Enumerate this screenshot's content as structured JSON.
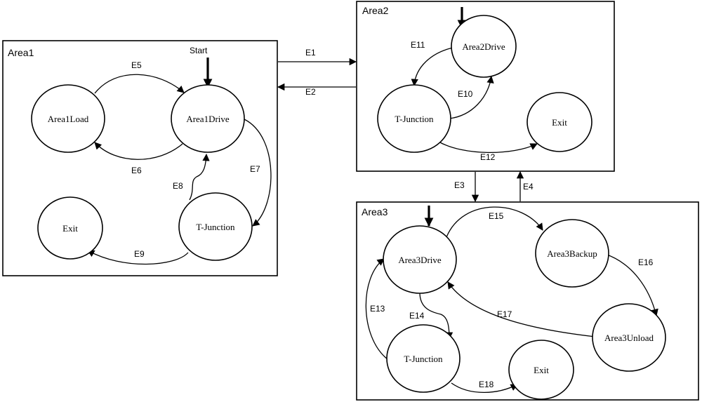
{
  "areas": {
    "area1": {
      "title": "Area1",
      "start_label": "Start"
    },
    "area2": {
      "title": "Area2"
    },
    "area3": {
      "title": "Area3"
    }
  },
  "nodes": {
    "area1_load": "Area1Load",
    "area1_drive": "Area1Drive",
    "area1_tjunction": "T-Junction",
    "area1_exit": "Exit",
    "area2_drive": "Area2Drive",
    "area2_tjunction": "T-Junction",
    "area2_exit": "Exit",
    "area3_drive": "Area3Drive",
    "area3_backup": "Area3Backup",
    "area3_unload": "Area3Unload",
    "area3_tjunction": "T-Junction",
    "area3_exit": "Exit"
  },
  "edges": {
    "e1": "E1",
    "e2": "E2",
    "e3": "E3",
    "e4": "E4",
    "e5": "E5",
    "e6": "E6",
    "e7": "E7",
    "e8": "E8",
    "e9": "E9",
    "e10": "E10",
    "e11": "E11",
    "e12": "E12",
    "e13": "E13",
    "e14": "E14",
    "e15": "E15",
    "e16": "E16",
    "e17": "E17",
    "e18": "E18"
  }
}
